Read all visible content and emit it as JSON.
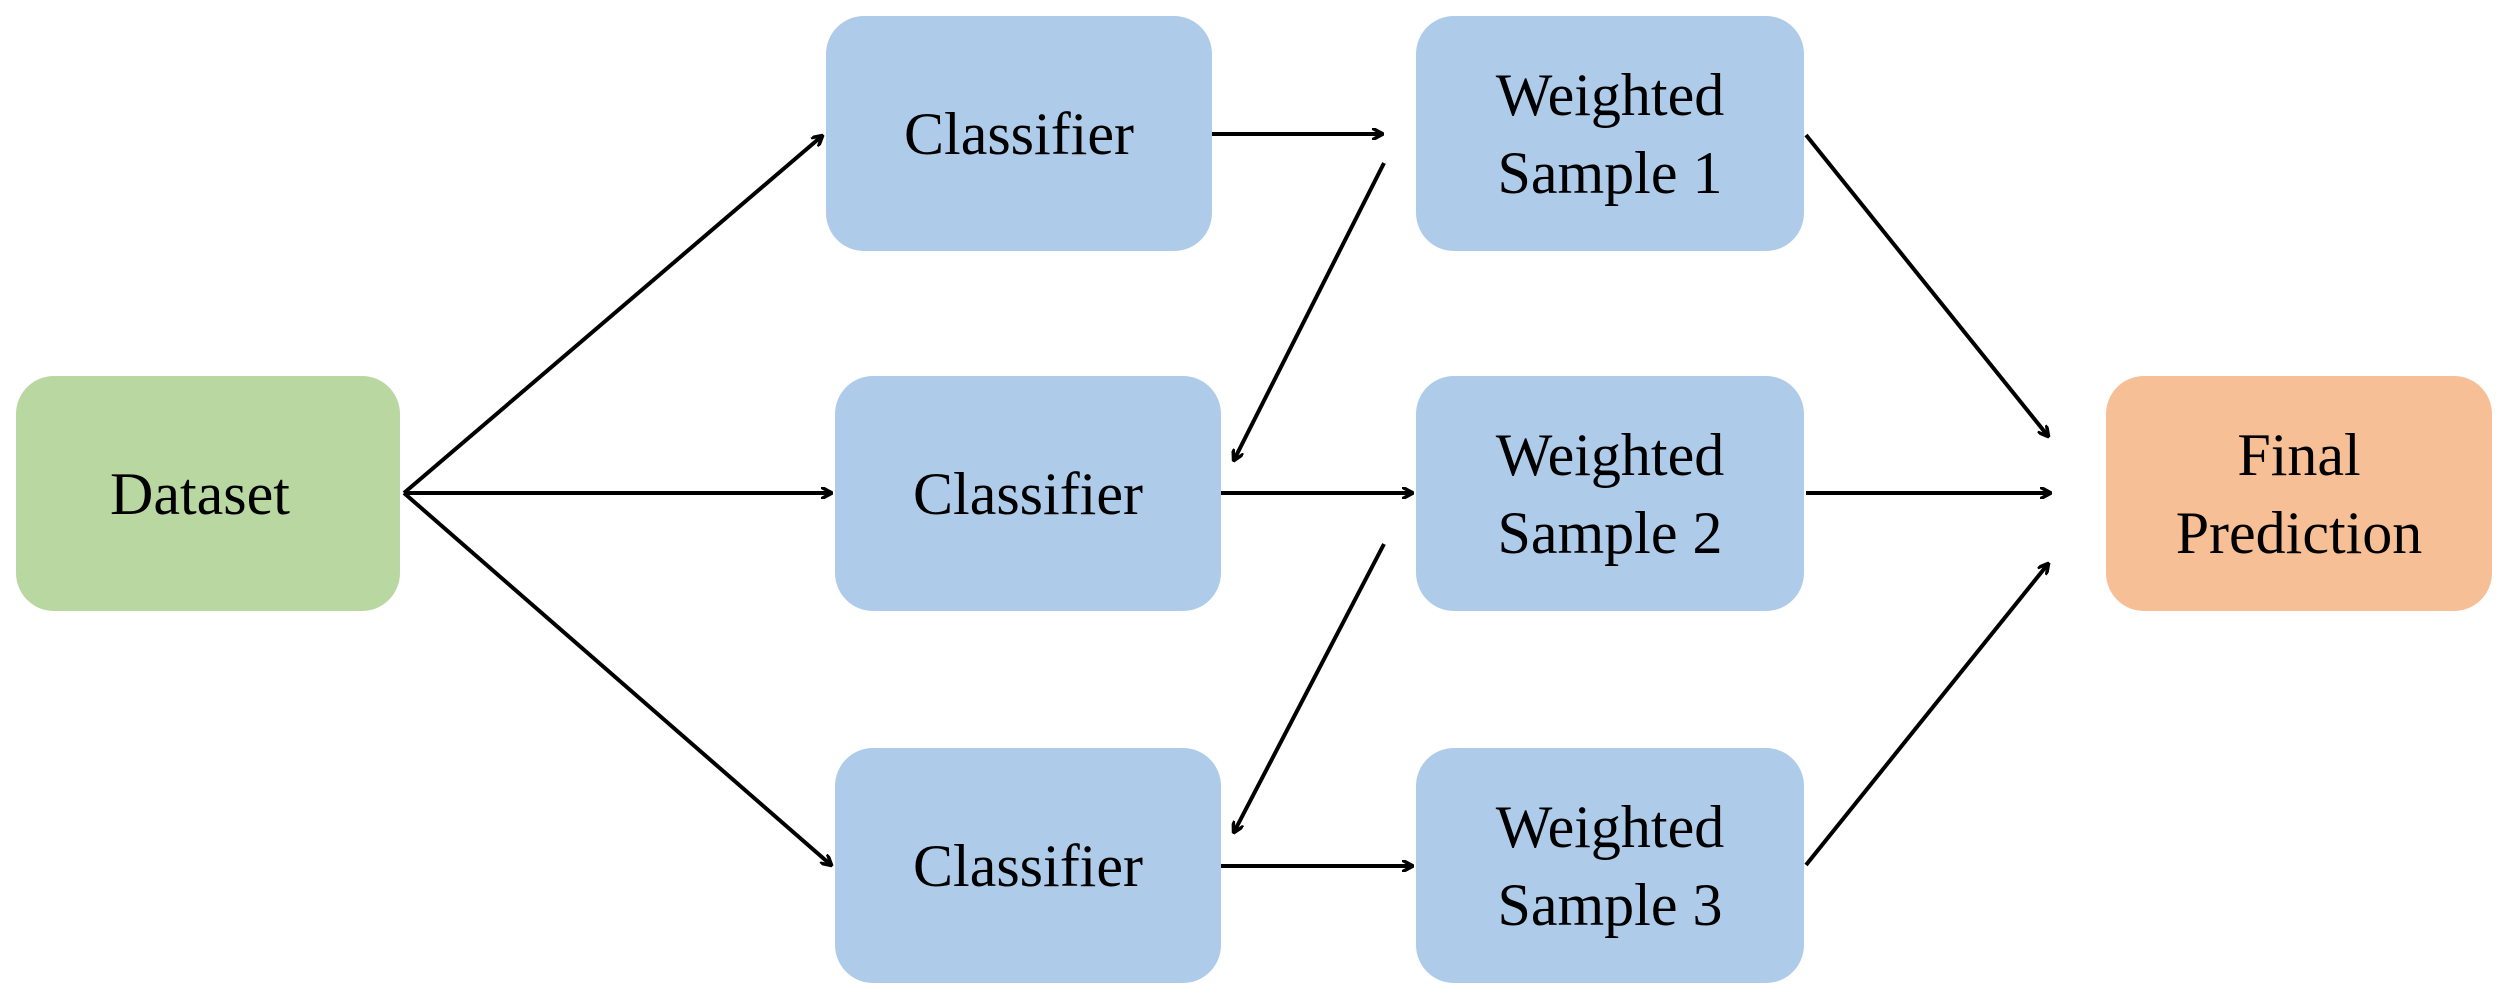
{
  "nodes": {
    "dataset": "Dataset",
    "classifier_1": "Classifier",
    "classifier_2": "Classifier",
    "classifier_3": "Classifier",
    "weighted_sample_1": "Weighted\nSample 1",
    "weighted_sample_2": "Weighted\nSample 2",
    "weighted_sample_3": "Weighted\nSample 3",
    "final_prediction": "Final\nPrediction"
  },
  "colors": {
    "input": "#b9d7a1",
    "process": "#aecce9",
    "output": "#f7bf96",
    "edge": "#000000"
  }
}
